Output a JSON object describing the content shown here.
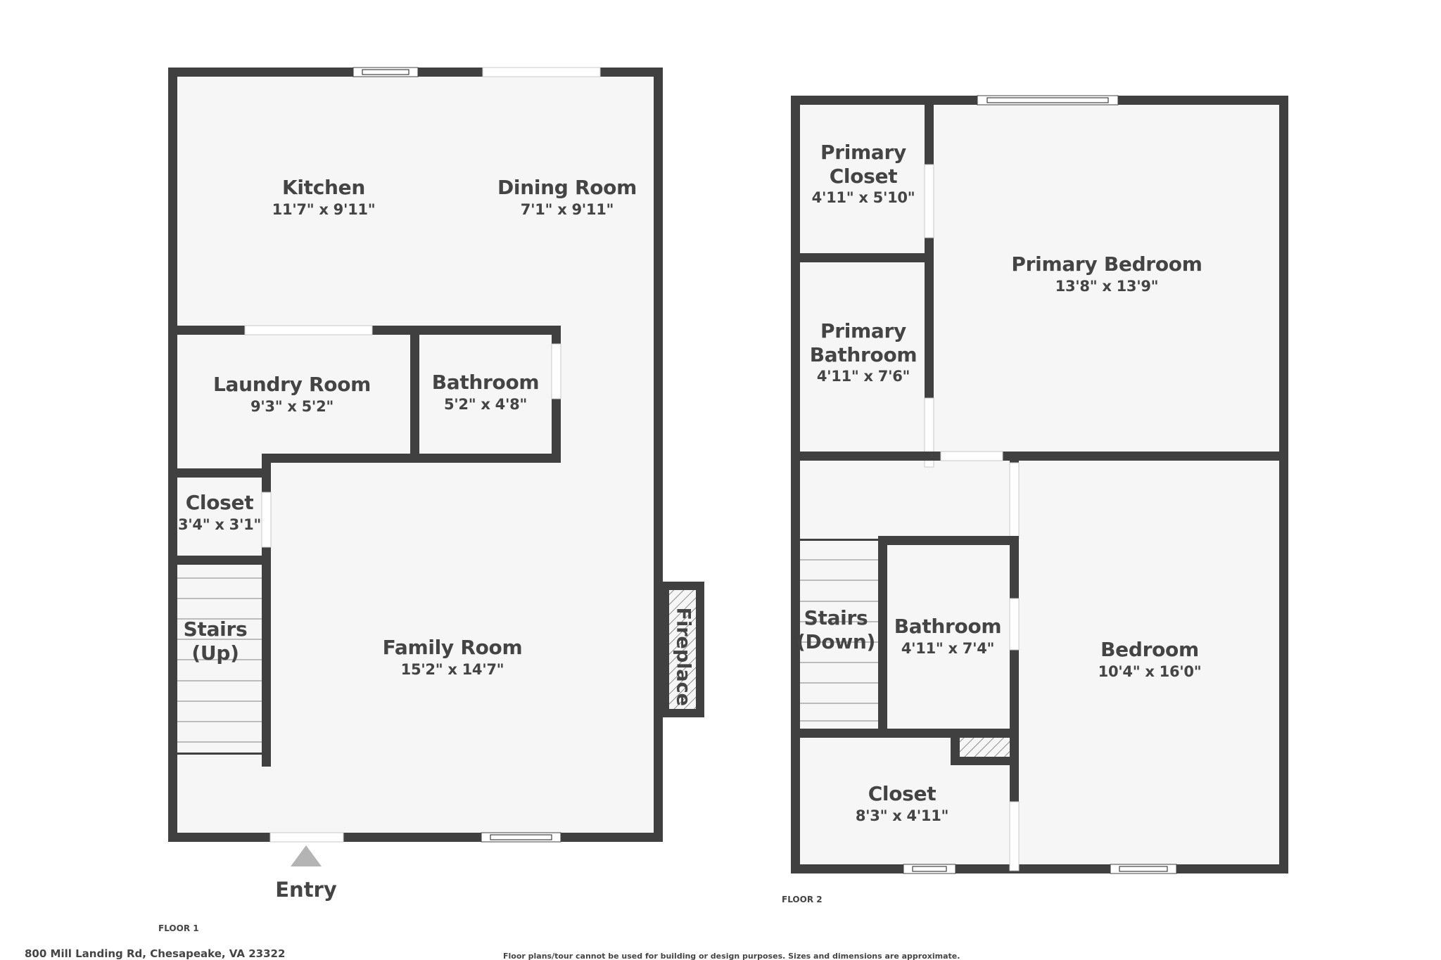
{
  "floor1": {
    "label": "FLOOR 1",
    "rooms": [
      {
        "name": "Kitchen",
        "dims": "11'7\" x 9'11\""
      },
      {
        "name": "Dining Room",
        "dims": "7'1\" x 9'11\""
      },
      {
        "name": "Laundry Room",
        "dims": "9'3\" x 5'2\""
      },
      {
        "name": "Bathroom",
        "dims": "5'2\" x 4'8\""
      },
      {
        "name": "Closet",
        "dims": "3'4\" x 3'1\""
      },
      {
        "name": "Stairs\n(Up)",
        "line1": "Stairs",
        "line2": "(Up)"
      },
      {
        "name": "Family Room",
        "dims": "15'2\" x 14'7\""
      }
    ],
    "fireplace_label": "Fireplace",
    "entry_label": "Entry"
  },
  "floor2": {
    "label": "FLOOR 2",
    "rooms": [
      {
        "name_line1": "Primary",
        "name_line2": "Closet",
        "dims": "4'11\" x 5'10\""
      },
      {
        "name_line1": "Primary",
        "name_line2": "Bathroom",
        "dims": "4'11\" x 7'6\""
      },
      {
        "name": "Primary Bedroom",
        "dims": "13'8\" x 13'9\""
      },
      {
        "line1": "Stairs",
        "line2": "(Down)"
      },
      {
        "name": "Bathroom",
        "dims": "4'11\" x 7'4\""
      },
      {
        "name": "Bedroom",
        "dims": "10'4\" x 16'0\""
      },
      {
        "name": "Closet",
        "dims": "8'3\" x 4'11\""
      }
    ]
  },
  "footer": {
    "address": "800 Mill Landing Rd, Chesapeake, VA 23322",
    "disclaimer": "Floor plans/tour cannot be used for building or design purposes. Sizes and dimensions are approximate."
  },
  "colors": {
    "wall": "#404040",
    "floor": "#f6f6f6",
    "opening": "#ffffff",
    "entry_arrow": "#b4b4b4"
  }
}
